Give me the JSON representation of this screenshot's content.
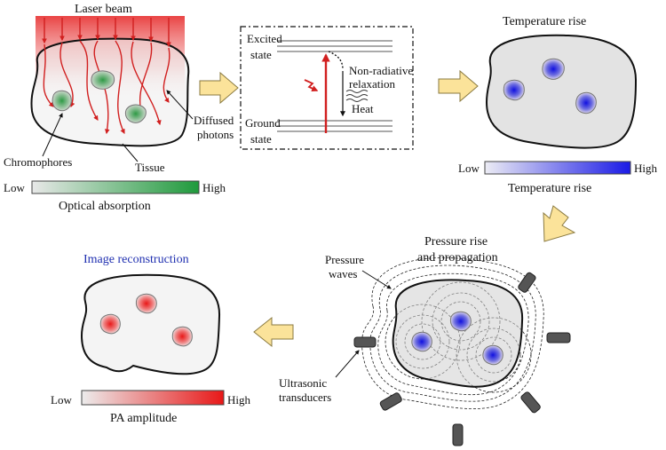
{
  "panels": {
    "absorption": {
      "laser_label": "Laser beam",
      "chromophores_label": "Chromophores",
      "tissue_label": "Tissue",
      "diffused_line1": "Diffused",
      "diffused_line2": "photons",
      "scale": {
        "low": "Low",
        "high": "High",
        "caption": "Optical absorption",
        "color_high": "#1f9a3c"
      }
    },
    "energy": {
      "excited_line1": "Excited",
      "excited_line2": "state",
      "ground_line1": "Ground",
      "ground_line2": "state",
      "nonrad_line1": "Non-radiative",
      "nonrad_line2": "relaxation",
      "heat_label": "Heat"
    },
    "temperature": {
      "title": "Temperature rise",
      "scale": {
        "low": "Low",
        "high": "High",
        "caption": "Temperature rise",
        "color_high": "#1a1ae6"
      }
    },
    "propagation": {
      "title_line1": "Pressure rise",
      "title_line2": "and propagation",
      "waves_line1": "Pressure",
      "waves_line2": "waves",
      "transducers_line1": "Ultrasonic",
      "transducers_line2": "transducers"
    },
    "reconstruction": {
      "title": "Image reconstruction",
      "scale": {
        "low": "Low",
        "high": "High",
        "caption": "PA amplitude",
        "color_high": "#e81818"
      }
    }
  },
  "colors": {
    "arrow_fill": "#fbe39a",
    "laser": "#d11f1f",
    "chromophore_green": "#2e9a45",
    "heat_blue": "#1a1ae6",
    "pa_red": "#e81818"
  }
}
